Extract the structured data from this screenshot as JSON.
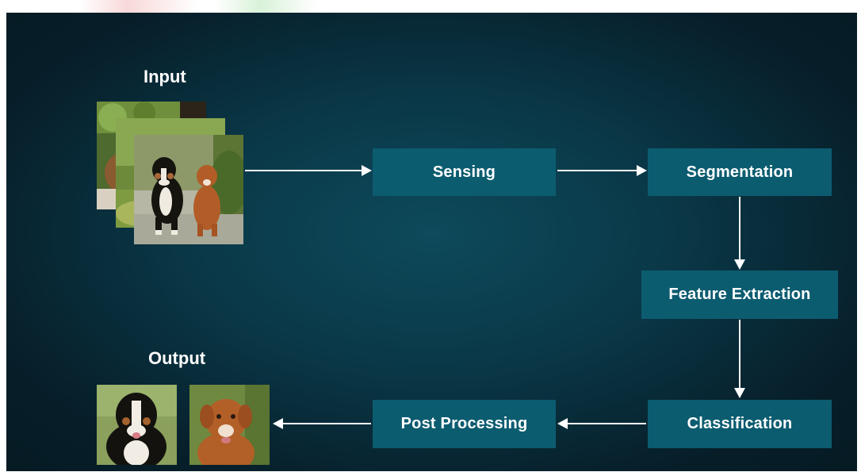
{
  "diagram": {
    "input_label": "Input",
    "output_label": "Output",
    "steps": {
      "sensing": "Sensing",
      "segmentation": "Segmentation",
      "feature_extraction": "Feature Extraction",
      "classification": "Classification",
      "post_processing": "Post Processing"
    },
    "colors": {
      "background": "#0a3949",
      "box_fill": "#0c5c70",
      "text": "#ffffff",
      "arrow": "#ffffff"
    },
    "icons": {
      "input_images": "stacked-dog-photos",
      "output_images": "cropped-dog-photos",
      "arrows": "arrow-icon"
    }
  }
}
